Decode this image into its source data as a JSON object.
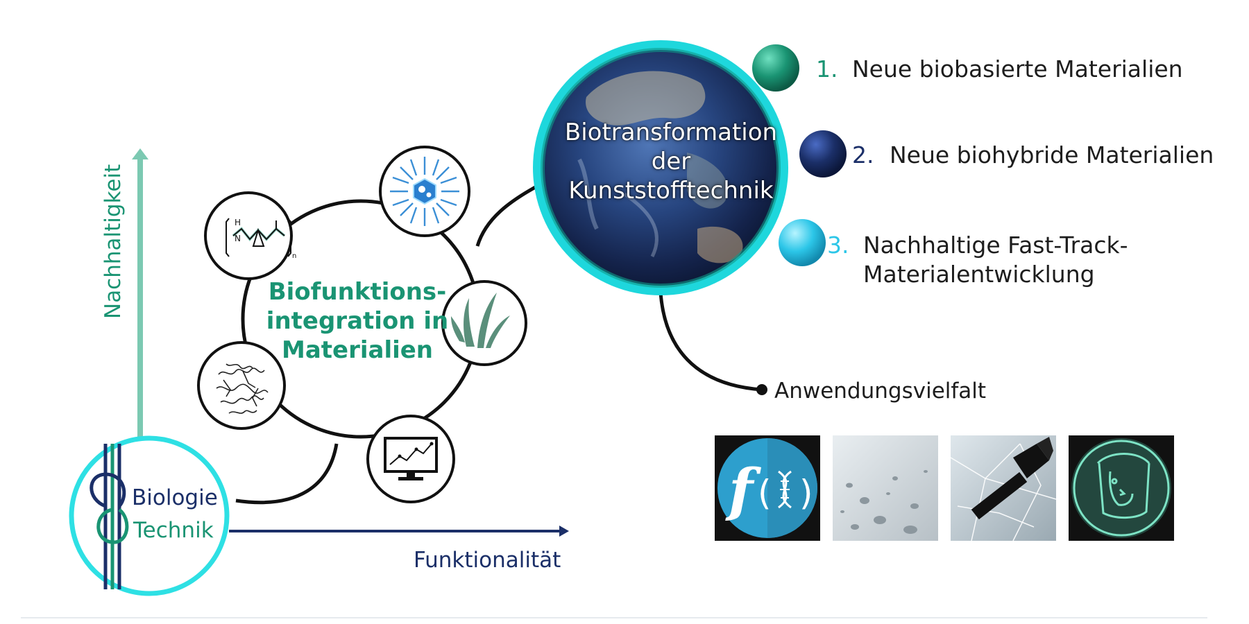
{
  "colors": {
    "green": "#1a9473",
    "navy": "#1b2f68",
    "cyan": "#2ee0e4",
    "light_green": "#7cc9b2",
    "light_blue": "#2cc6e8"
  },
  "axes": {
    "y_label": "Nachhaltigkeit",
    "x_label": "Funktionalität"
  },
  "knot": {
    "top_label": "Biologie",
    "bottom_label": "Technik"
  },
  "center_circle": {
    "line1": "Biofunktions-",
    "line2": "integration in",
    "line3": "Materialien"
  },
  "satellites": [
    {
      "icon": "polymer-structure-icon"
    },
    {
      "icon": "enzyme-gear-icon"
    },
    {
      "icon": "grass-icon"
    },
    {
      "icon": "monitor-chart-icon"
    },
    {
      "icon": "protein-structure-icon"
    }
  ],
  "globe": {
    "line1": "Biotransformation",
    "line2": "der",
    "line3": "Kunststofftechnik"
  },
  "items": [
    {
      "num": "1.",
      "text": "Neue biobasierte Materialien",
      "color": "#1a9473"
    },
    {
      "num": "2.",
      "text": "Neue biohybride Materialien",
      "color": "#1b2f68"
    },
    {
      "num": "3.",
      "text_line1": "Nachhaltige Fast-Track-",
      "text_line2": "Materialentwicklung",
      "color": "#2cc6e8"
    }
  ],
  "application": {
    "label": "Anwendungsvielfalt",
    "tiles": [
      {
        "icon": "function-dna-icon"
      },
      {
        "icon": "water-droplets-icon"
      },
      {
        "icon": "hammer-shattered-glass-icon"
      },
      {
        "icon": "face-shield-icon"
      }
    ]
  }
}
